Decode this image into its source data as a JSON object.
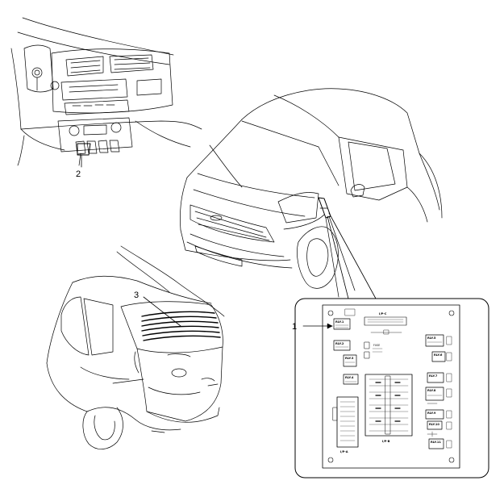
{
  "callouts": [
    {
      "id": "1",
      "label": "1"
    },
    {
      "id": "2",
      "label": "2"
    },
    {
      "id": "3",
      "label": "3"
    }
  ],
  "junction_box": {
    "connectors": {
      "top": "I/P-C",
      "left_bottom": "I/P-A",
      "center_bottom": "I/P-B"
    },
    "relays": [
      "RLY.1",
      "RLY.2",
      "RLY.3",
      "RLY.4",
      "RLY.5",
      "RLY.6",
      "RLY.7",
      "RLY.8",
      "RLY.9",
      "RLY.10",
      "RLY.11"
    ],
    "fuse_label": "FUSE"
  }
}
